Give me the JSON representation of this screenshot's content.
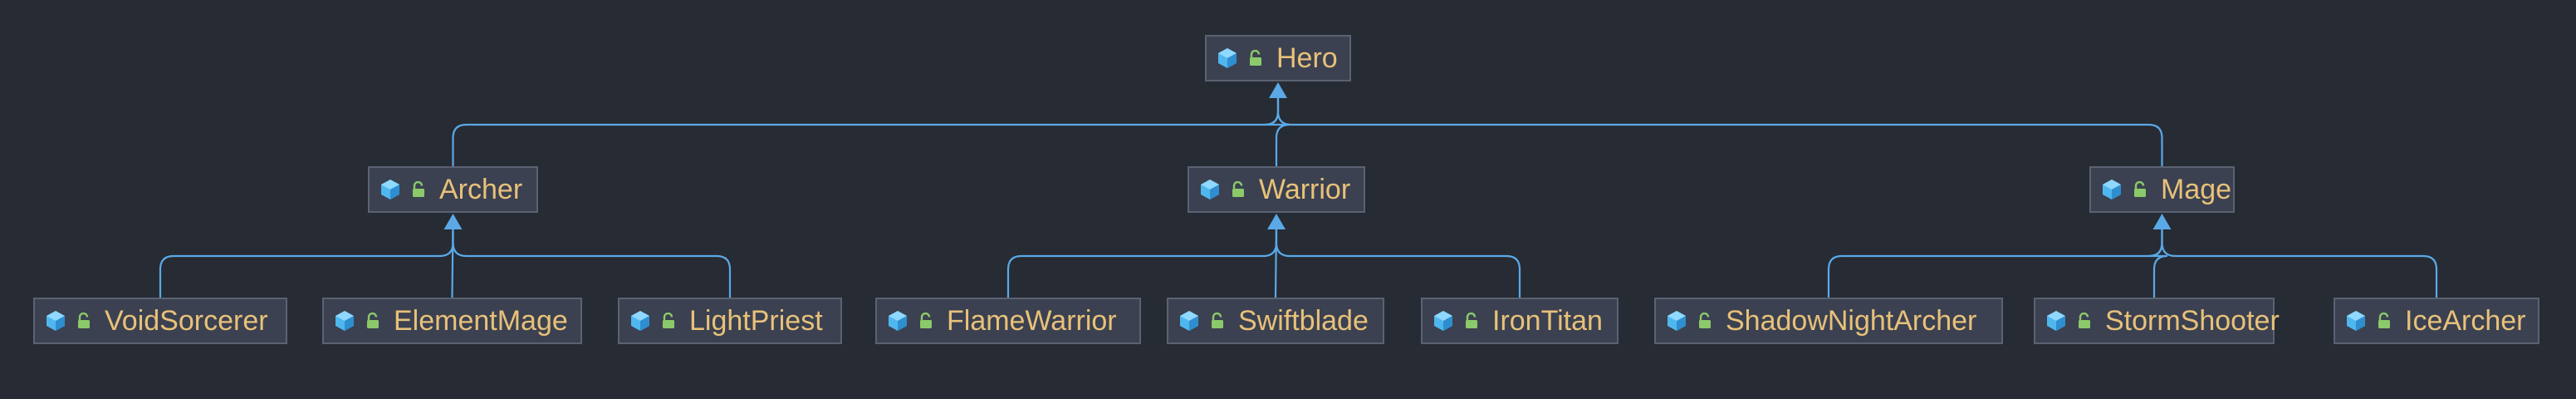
{
  "colors": {
    "background": "#272b34",
    "node_fill": "#3b4150",
    "node_border": "#5b6272",
    "label": "#e8c17a",
    "edge": "#5aa9e6",
    "class_icon": "#4fb7ee",
    "lock_icon": "#8bc96a"
  },
  "icons": {
    "class": "class-cube-icon",
    "access": "public-lock-icon"
  },
  "nodes": [
    {
      "id": "hero",
      "label": "Hero"
    },
    {
      "id": "archer",
      "label": "Archer"
    },
    {
      "id": "warrior",
      "label": "Warrior"
    },
    {
      "id": "mage",
      "label": "Mage"
    },
    {
      "id": "voidsorcerer",
      "label": "VoidSorcerer"
    },
    {
      "id": "elementmage",
      "label": "ElementMage"
    },
    {
      "id": "lightpriest",
      "label": "LightPriest"
    },
    {
      "id": "flamewarrior",
      "label": "FlameWarrior"
    },
    {
      "id": "swiftblade",
      "label": "Swiftblade"
    },
    {
      "id": "irontitan",
      "label": "IronTitan"
    },
    {
      "id": "shadownightarcher",
      "label": "ShadowNightArcher"
    },
    {
      "id": "stormshooter",
      "label": "StormShooter"
    },
    {
      "id": "icearcher",
      "label": "IceArcher"
    }
  ],
  "edges": [
    {
      "from": "archer",
      "to": "hero"
    },
    {
      "from": "warrior",
      "to": "hero"
    },
    {
      "from": "mage",
      "to": "hero"
    },
    {
      "from": "voidsorcerer",
      "to": "archer"
    },
    {
      "from": "elementmage",
      "to": "archer"
    },
    {
      "from": "lightpriest",
      "to": "archer"
    },
    {
      "from": "flamewarrior",
      "to": "warrior"
    },
    {
      "from": "swiftblade",
      "to": "warrior"
    },
    {
      "from": "irontitan",
      "to": "warrior"
    },
    {
      "from": "shadownightarcher",
      "to": "mage"
    },
    {
      "from": "stormshooter",
      "to": "mage"
    },
    {
      "from": "icearcher",
      "to": "mage"
    }
  ]
}
